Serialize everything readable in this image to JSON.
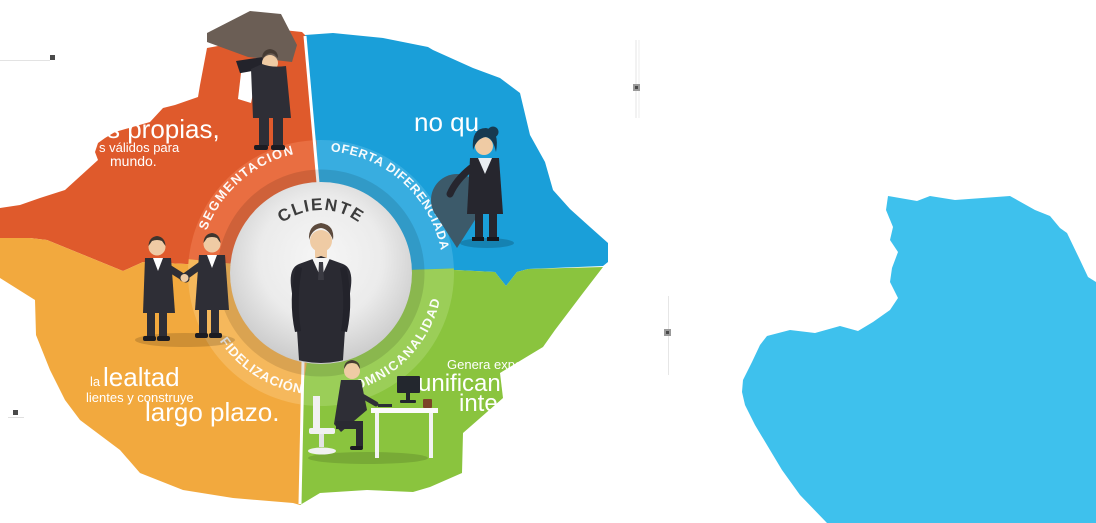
{
  "diagram": {
    "center": {
      "label": "CLIENTE"
    },
    "quadrants": {
      "segmentacion": {
        "ring_label": "SEGMENTACIÓN",
        "color": "#DF5A2C",
        "text_large": "s propias,",
        "text_small_1": "s válidos para",
        "text_small_2": "mundo."
      },
      "oferta_diferenciada": {
        "ring_label": "OFERTA DIFERENCIADA",
        "color": "#1A9FD9",
        "text_large": "no qu"
      },
      "fidelizacion": {
        "ring_label": "FIDELIZACIÓN",
        "color": "#F2A93E",
        "text_prefix_small": "la",
        "text_large_1": "lealtad",
        "text_small": "lientes y construye",
        "text_large_2": "largo plazo."
      },
      "omnicanalidad": {
        "ring_label": "OMNICANALIDAD",
        "color": "#8AC43E",
        "text_small": "Genera expe",
        "text_large_1": "unificand",
        "text_large_2": "inte"
      }
    },
    "colors": {
      "blob": "#3EC1ED",
      "center_circle": "#E5E5E5",
      "pin": "#3C5A6A"
    }
  }
}
